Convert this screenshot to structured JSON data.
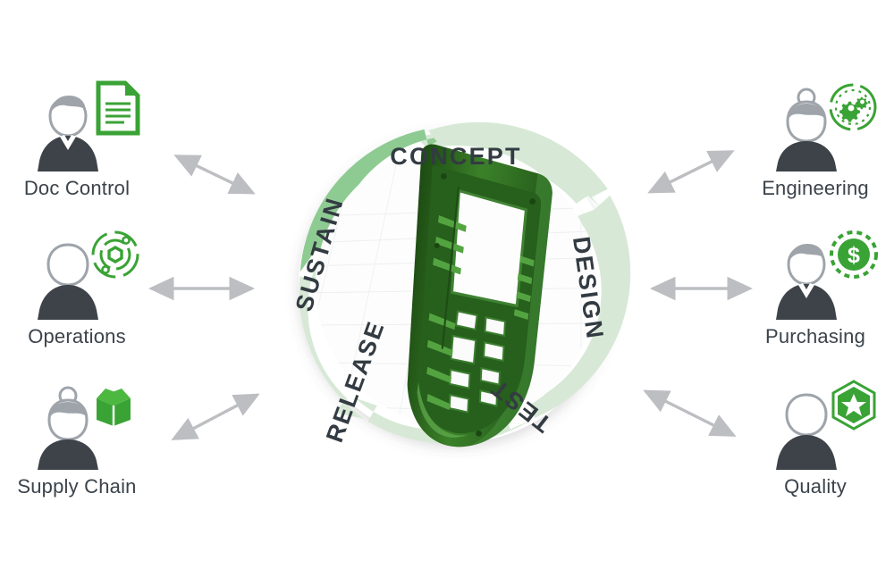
{
  "diagram": {
    "title_visible": false,
    "colors": {
      "segment_light": "#d7e9d6",
      "segment_active": "#8ecb92",
      "ring_text": "#333b42",
      "label_text": "#3b434a",
      "arrow_gray": "#bcbec2",
      "accent_green": "#3aa335",
      "avatar_body": "#3d4349",
      "avatar_head_stroke": "#9ea4aa",
      "product_green": "#2e6b22"
    }
  },
  "cycle": {
    "name": "product-lifecycle-cycle",
    "segments": [
      {
        "id": "concept",
        "label": "CONCEPT",
        "state": "inactive"
      },
      {
        "id": "design",
        "label": "DESIGN",
        "state": "inactive"
      },
      {
        "id": "test",
        "label": "TEST",
        "state": "inactive"
      },
      {
        "id": "release",
        "label": "RELEASE",
        "state": "inactive"
      },
      {
        "id": "sustain",
        "label": "SUSTAIN",
        "state": "active"
      }
    ],
    "center": {
      "name": "product-3d-render",
      "description": "3D CAD render of green plastic handheld device enclosure"
    }
  },
  "stakeholders": {
    "left": [
      {
        "id": "doc-control",
        "label": "Doc Control",
        "icon": "document-icon",
        "avatar": "male-avatar",
        "connector": "double-arrow-diagonal-down"
      },
      {
        "id": "operations",
        "label": "Operations",
        "icon": "orbit-icon",
        "avatar": "neutral-avatar",
        "connector": "double-arrow-horizontal"
      },
      {
        "id": "supply-chain",
        "label": "Supply Chain",
        "icon": "open-box-icon",
        "avatar": "female-avatar",
        "connector": "double-arrow-diagonal-up"
      }
    ],
    "right": [
      {
        "id": "engineering",
        "label": "Engineering",
        "icon": "gears-circle-icon",
        "avatar": "female-avatar",
        "connector": "double-arrow-diagonal-down"
      },
      {
        "id": "purchasing",
        "label": "Purchasing",
        "icon": "dollar-circle-icon",
        "avatar": "male-avatar",
        "connector": "double-arrow-horizontal"
      },
      {
        "id": "quality",
        "label": "Quality",
        "icon": "hexagon-star-icon",
        "avatar": "neutral-avatar",
        "connector": "double-arrow-diagonal-up"
      }
    ]
  }
}
